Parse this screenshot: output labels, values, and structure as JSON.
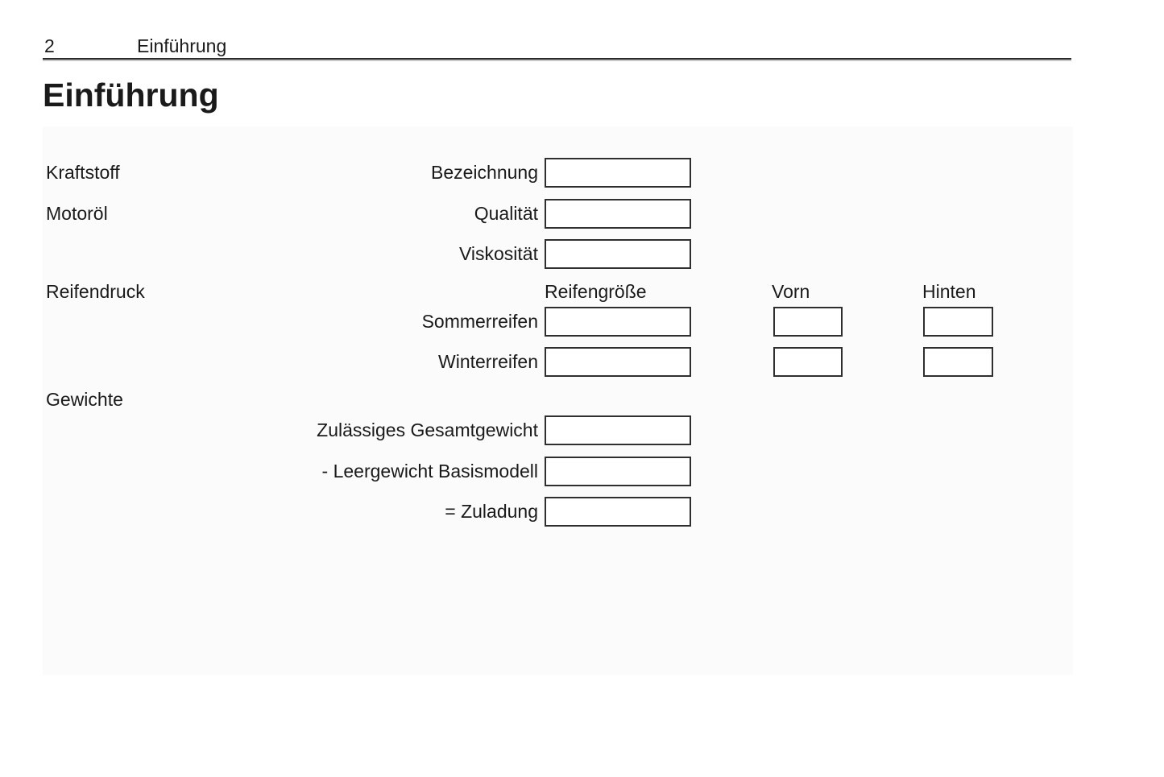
{
  "header": {
    "page_number": "2",
    "chapter_title": "Einführung"
  },
  "page_title": "Einführung",
  "form": {
    "section_labels": {
      "kraftstoff": "Kraftstoff",
      "motoroel": "Motoröl",
      "reifendruck": "Reifendruck",
      "gewichte": "Gewichte"
    },
    "column_headers": {
      "reifengroesse": "Reifengröße",
      "vorn": "Vorn",
      "hinten": "Hinten"
    },
    "field_labels": {
      "bezeichnung": "Bezeichnung",
      "qualitaet": "Qualität",
      "viskositaet": "Viskosität",
      "sommerreifen": "Sommerreifen",
      "winterreifen": "Winterreifen",
      "gesamtgewicht": "Zulässiges Gesamtgewicht",
      "leergewicht": "- Leergewicht Basismodell",
      "zuladung": "= Zuladung"
    },
    "input_values": {
      "bezeichnung": "",
      "qualitaet": "",
      "viskositaet": "",
      "sommerreifen_groesse": "",
      "sommerreifen_vorn": "",
      "sommerreifen_hinten": "",
      "winterreifen_groesse": "",
      "winterreifen_vorn": "",
      "winterreifen_hinten": "",
      "gesamtgewicht": "",
      "leergewicht": "",
      "zuladung": ""
    }
  },
  "colors": {
    "text": "#1a1a1a",
    "panel_bg": "#fbfbfb",
    "box_border": "#2f2f2f",
    "rule": "#2b2b2b"
  }
}
